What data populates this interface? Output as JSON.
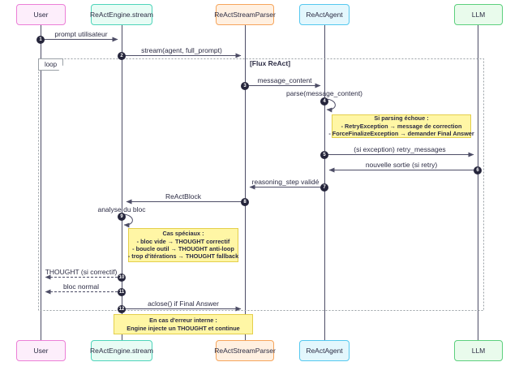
{
  "diagram": {
    "type": "sequence-diagram",
    "participants": [
      {
        "name": "User",
        "fill": "#fdeefb",
        "border": "#ec7fd7"
      },
      {
        "name": "ReActEngine.stream",
        "fill": "#e8fcf5",
        "border": "#4fd4ba"
      },
      {
        "name": "ReActStreamParser",
        "fill": "#fff0e1",
        "border": "#f6a55c"
      },
      {
        "name": "ReActAgent",
        "fill": "#e3f7fd",
        "border": "#55c8ef"
      },
      {
        "name": "LLM",
        "fill": "#e9fbec",
        "border": "#5dd07e"
      }
    ],
    "loop": {
      "keyword": "loop",
      "condition": "[Flux ReAct]"
    },
    "messages": [
      {
        "num": "1",
        "label": "prompt utilisateur",
        "from": "User",
        "to": "ReActEngine.stream",
        "style": "solid"
      },
      {
        "num": "2",
        "label": "stream(agent, full_prompt)",
        "from": "ReActEngine.stream",
        "to": "ReActStreamParser",
        "style": "solid"
      },
      {
        "num": "3",
        "label": "message_content",
        "from": "ReActStreamParser",
        "to": "ReActAgent",
        "style": "solid"
      },
      {
        "num": "4",
        "label": "parse(message_content)",
        "from": "ReActAgent",
        "to": "ReActAgent",
        "style": "self"
      },
      {
        "num": "5",
        "label": "(si exception) retry_messages",
        "from": "ReActAgent",
        "to": "LLM",
        "style": "solid"
      },
      {
        "num": "6",
        "label": "nouvelle sortie (si retry)",
        "from": "LLM",
        "to": "ReActAgent",
        "style": "solid"
      },
      {
        "num": "7",
        "label": "reasoning_step validé",
        "from": "ReActAgent",
        "to": "ReActStreamParser",
        "style": "solid"
      },
      {
        "num": "8",
        "label": "ReActBlock",
        "from": "ReActStreamParser",
        "to": "ReActEngine.stream",
        "style": "solid"
      },
      {
        "num": "9",
        "label": "analyse du bloc",
        "from": "ReActEngine.stream",
        "to": "ReActEngine.stream",
        "style": "self"
      },
      {
        "num": "10",
        "label": "THOUGHT (si correctif)",
        "from": "ReActEngine.stream",
        "to": "User",
        "style": "dashed"
      },
      {
        "num": "11",
        "label": "bloc normal",
        "from": "ReActEngine.stream",
        "to": "User",
        "style": "dashed"
      },
      {
        "num": "12",
        "label": "aclose() if Final Answer",
        "from": "ReActEngine.stream",
        "to": "ReActStreamParser",
        "style": "solid"
      }
    ],
    "notes": [
      {
        "lines": [
          "Si parsing échoue :",
          "- RetryException → message de correction",
          "- ForceFinalizeException → demander Final Answer"
        ]
      },
      {
        "lines": [
          "Cas spéciaux :",
          "- bloc vide → THOUGHT correctif",
          "- boucle outil → THOUGHT anti-loop",
          "- trop d'itérations → THOUGHT fallback"
        ]
      },
      {
        "lines": [
          "En cas d'erreur interne :",
          "Engine injecte un THOUGHT et continue"
        ]
      }
    ],
    "colors": {
      "background": "#ffffff",
      "line": "#4d4d66",
      "text": "#2c2c44",
      "note_fill": "#fff6a5",
      "note_border": "#e4cf4b",
      "number_badge": "#25253b",
      "loop_border": "#9aa0a6"
    }
  }
}
